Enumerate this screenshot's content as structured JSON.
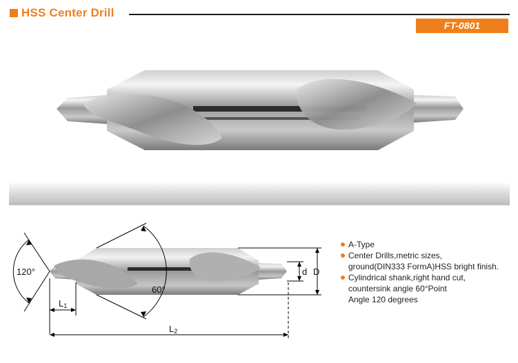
{
  "header": {
    "title": "HSS Center Drill",
    "code": "FT-0801"
  },
  "diagram": {
    "angle_tip": "120°",
    "angle_countersink": "60°",
    "label_l1": "L",
    "label_l1_sub": "1",
    "label_l2": "L",
    "label_l2_sub": "2",
    "label_d_small": "d",
    "label_d_big": "D"
  },
  "specs": [
    {
      "lines": [
        "A-Type"
      ]
    },
    {
      "lines": [
        "Center Drills,metric sizes,",
        "ground(DIN333 FormA)HSS bright finish."
      ]
    },
    {
      "lines": [
        "Cylindrical shank,right hand cut,",
        "countersink angle 60°Point",
        "Angle 120 degrees"
      ]
    }
  ],
  "colors": {
    "accent": "#ef7f1a",
    "rule": "#1a1a1a"
  }
}
